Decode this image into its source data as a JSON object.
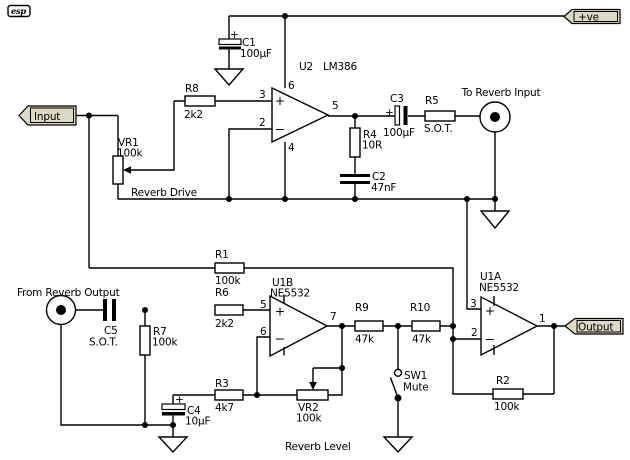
{
  "logo": {
    "text": "esp"
  },
  "connectors": {
    "input": "Input",
    "vplus": "+ve",
    "output": "Output"
  },
  "jacks": {
    "to_reverb_input": "To Reverb Input",
    "from_reverb_output": "From Reverb Output"
  },
  "annotations": {
    "reverb_drive": "Reverb Drive",
    "reverb_level": "Reverb Level"
  },
  "symbols": {
    "plus": "+",
    "minus": "−"
  },
  "ics": {
    "u2": {
      "ref": "U2",
      "part": "LM386",
      "pin_in_plus": "3",
      "pin_in_minus": "2",
      "pin_vcc": "6",
      "pin_gnd": "4",
      "pin_out": "5"
    },
    "u1b": {
      "ref": "U1B",
      "part": "NE5532",
      "pin_in_plus": "5",
      "pin_in_minus": "6",
      "pin_out": "7"
    },
    "u1a": {
      "ref": "U1A",
      "part": "NE5532",
      "pin_in_plus": "3",
      "pin_in_minus": "2",
      "pin_out": "1"
    }
  },
  "resistors": {
    "r1": {
      "ref": "R1",
      "value": "100k"
    },
    "r2": {
      "ref": "R2",
      "value": "100k"
    },
    "r3": {
      "ref": "R3",
      "value": "4k7"
    },
    "r4": {
      "ref": "R4",
      "value": "10R"
    },
    "r5": {
      "ref": "R5",
      "value": "S.O.T."
    },
    "r6": {
      "ref": "R6",
      "value": "2k2"
    },
    "r7": {
      "ref": "R7",
      "value": "100k"
    },
    "r8": {
      "ref": "R8",
      "value": "2k2"
    },
    "r9": {
      "ref": "R9",
      "value": "47k"
    },
    "r10": {
      "ref": "R10",
      "value": "47k"
    }
  },
  "capacitors": {
    "c1": {
      "ref": "C1",
      "value": "100µF",
      "polarity": "+"
    },
    "c2": {
      "ref": "C2",
      "value": "47nF"
    },
    "c3": {
      "ref": "C3",
      "value": "100µF",
      "polarity": "+"
    },
    "c4": {
      "ref": "C4",
      "value": "10µF",
      "polarity": "+"
    },
    "c5": {
      "ref": "C5",
      "value": "S.O.T."
    }
  },
  "pots": {
    "vr1": {
      "ref": "VR1",
      "value": "100k"
    },
    "vr2": {
      "ref": "VR2",
      "value": "100k"
    }
  },
  "switch": {
    "ref": "SW1",
    "label": "Mute"
  },
  "colors": {
    "wire": "#000000",
    "tag_fill": "#ddd9c2",
    "background": "#ffffff"
  }
}
